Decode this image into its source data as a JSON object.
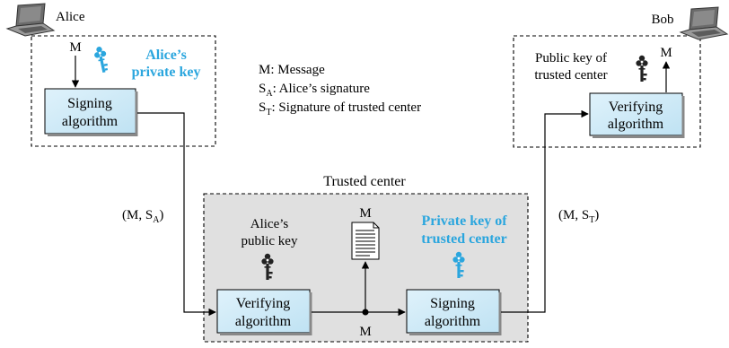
{
  "labels": {
    "alice": "Alice",
    "bob": "Bob",
    "trusted_center_title": "Trusted center",
    "m_alice": "M",
    "m_bob": "M",
    "m_doc": "M",
    "m_bottom": "M",
    "alice_key_line1": "Alice’s",
    "alice_key_line2": "private key",
    "bob_key_line1": "Public key of",
    "bob_key_line2": "trusted center",
    "center_pub_line1": "Alice’s",
    "center_pub_line2": "public key",
    "center_priv_line1": "Private key of",
    "center_priv_line2": "trusted center"
  },
  "boxes": {
    "alice_sign": [
      "Signing",
      "algorithm"
    ],
    "center_verify": [
      "Verifying",
      "algorithm"
    ],
    "center_sign": [
      "Signing",
      "algorithm"
    ],
    "bob_verify": [
      "Verifying",
      "algorithm"
    ]
  },
  "legend": {
    "line1": "M: Message",
    "line2_main": "S",
    "line2_sub": "A",
    "line2_rest": ": Alice’s signature",
    "line3_main": "S",
    "line3_sub": "T",
    "line3_rest": ": Signature of trusted center"
  },
  "messages": {
    "left_prefix": "(M, S",
    "left_sub": "A",
    "left_suffix": ")",
    "right_prefix": "(M, S",
    "right_sub": "T",
    "right_suffix": ")"
  },
  "colors": {
    "box_fill": "#cfe9f7",
    "key_blue": "#2ba6de",
    "center_fill": "#e0e0e0"
  },
  "icons": [
    "laptop-icon",
    "key-icon",
    "document-icon"
  ]
}
